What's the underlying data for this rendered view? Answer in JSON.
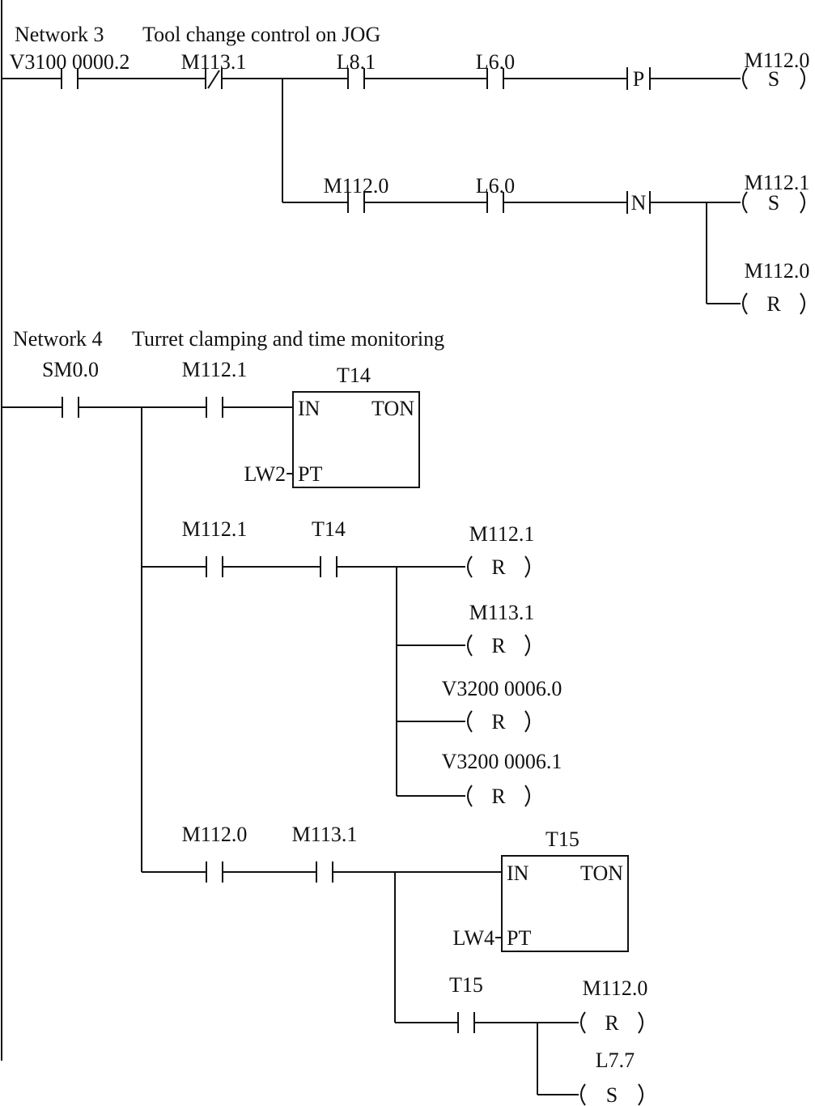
{
  "networks": [
    {
      "number": "Network 3",
      "title": "Tool change control on JOG",
      "contacts": [
        {
          "address": "V3100 0000.2",
          "type": "NO"
        },
        {
          "address": "M113.1",
          "type": "NC"
        },
        {
          "address": "L8.1",
          "type": "NO"
        },
        {
          "address": "L6.0",
          "type": "NO"
        },
        {
          "address": "M112.0",
          "type": "NO"
        },
        {
          "address": "L6.0",
          "type": "NO"
        }
      ],
      "edges": [
        {
          "type": "P"
        },
        {
          "type": "N"
        }
      ],
      "coils": [
        {
          "address": "M112.0",
          "op": "S"
        },
        {
          "address": "M112.1",
          "op": "S"
        },
        {
          "address": "M112.0",
          "op": "R"
        }
      ]
    },
    {
      "number": "Network 4",
      "title": "Turret clamping and time monitoring",
      "contacts": [
        {
          "address": "SM0.0",
          "type": "NO"
        },
        {
          "address": "M112.1",
          "type": "NO"
        },
        {
          "address": "M112.1",
          "type": "NO"
        },
        {
          "address": "T14",
          "type": "NO"
        },
        {
          "address": "M112.0",
          "type": "NO"
        },
        {
          "address": "M113.1",
          "type": "NO"
        },
        {
          "address": "T15",
          "type": "NO"
        }
      ],
      "timers": [
        {
          "name": "T14",
          "type": "TON",
          "in": "IN",
          "pt_label": "PT",
          "pt": "LW2"
        },
        {
          "name": "T15",
          "type": "TON",
          "in": "IN",
          "pt_label": "PT",
          "pt": "LW4"
        }
      ],
      "coils": [
        {
          "address": "M112.1",
          "op": "R"
        },
        {
          "address": "M113.1",
          "op": "R"
        },
        {
          "address": "V3200 0006.0",
          "op": "R"
        },
        {
          "address": "V3200 0006.1",
          "op": "R"
        },
        {
          "address": "M112.0",
          "op": "R"
        },
        {
          "address": "L7.7",
          "op": "S"
        }
      ]
    }
  ]
}
